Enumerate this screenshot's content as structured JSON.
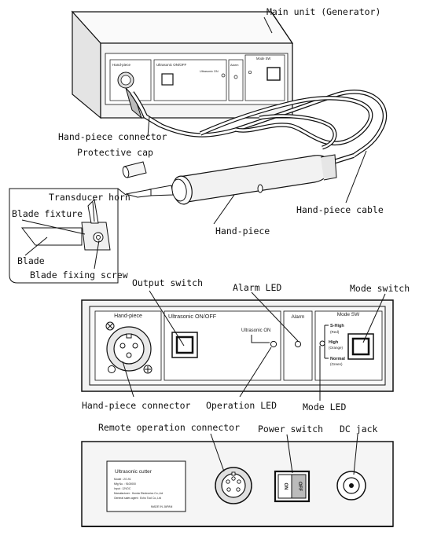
{
  "callouts": {
    "main_unit": "Main unit (Generator)",
    "handpiece_connector_top": "Hand-piece connector",
    "protective_cap": "Protective cap",
    "transducer_horn": "Transducer horn",
    "blade_fixture": "Blade fixture",
    "blade": "Blade",
    "blade_fixing_screw": "Blade fixing screw",
    "hand_piece": "Hand-piece",
    "hand_piece_cable": "Hand-piece cable",
    "output_switch": "Output switch",
    "alarm_led": "Alarm LED",
    "mode_switch": "Mode switch",
    "handpiece_connector_bottom": "Hand-piece connector",
    "operation_led": "Operation LED",
    "mode_led": "Mode LED",
    "remote_connector": "Remote operation connector",
    "power_switch": "Power switch",
    "dc_jack": "DC jack"
  },
  "front_panel": {
    "hand_piece_title": "Hand-piece",
    "ultrasonic_title": "Ultrasonic ON/OFF",
    "ultrasonic_on": "Ultrasonic ON",
    "alarm_title": "Alarm",
    "mode_title": "Mode SW",
    "mode_high": "S-High",
    "mode_high_color": "(Red)",
    "mode_mid": "High",
    "mode_mid_color": "(Orange)",
    "mode_normal": "Normal",
    "mode_normal_color": "(Green)"
  },
  "rear_panel": {
    "nameplate_title": "Ultrasonic cutter",
    "nameplate_line1": "Model : ZO-91",
    "nameplate_line2": "Mfg No. : 9100000",
    "nameplate_line3": "Input : 12VDC",
    "nameplate_line4": "Manufacturer : Honda Electronics Co.,Ltd",
    "nameplate_line5": "General sales agent : Echo Tool Co.,Ltd",
    "nameplate_made": "MADE IN JAPAN",
    "power_on": "ON",
    "power_off": "OFF"
  }
}
